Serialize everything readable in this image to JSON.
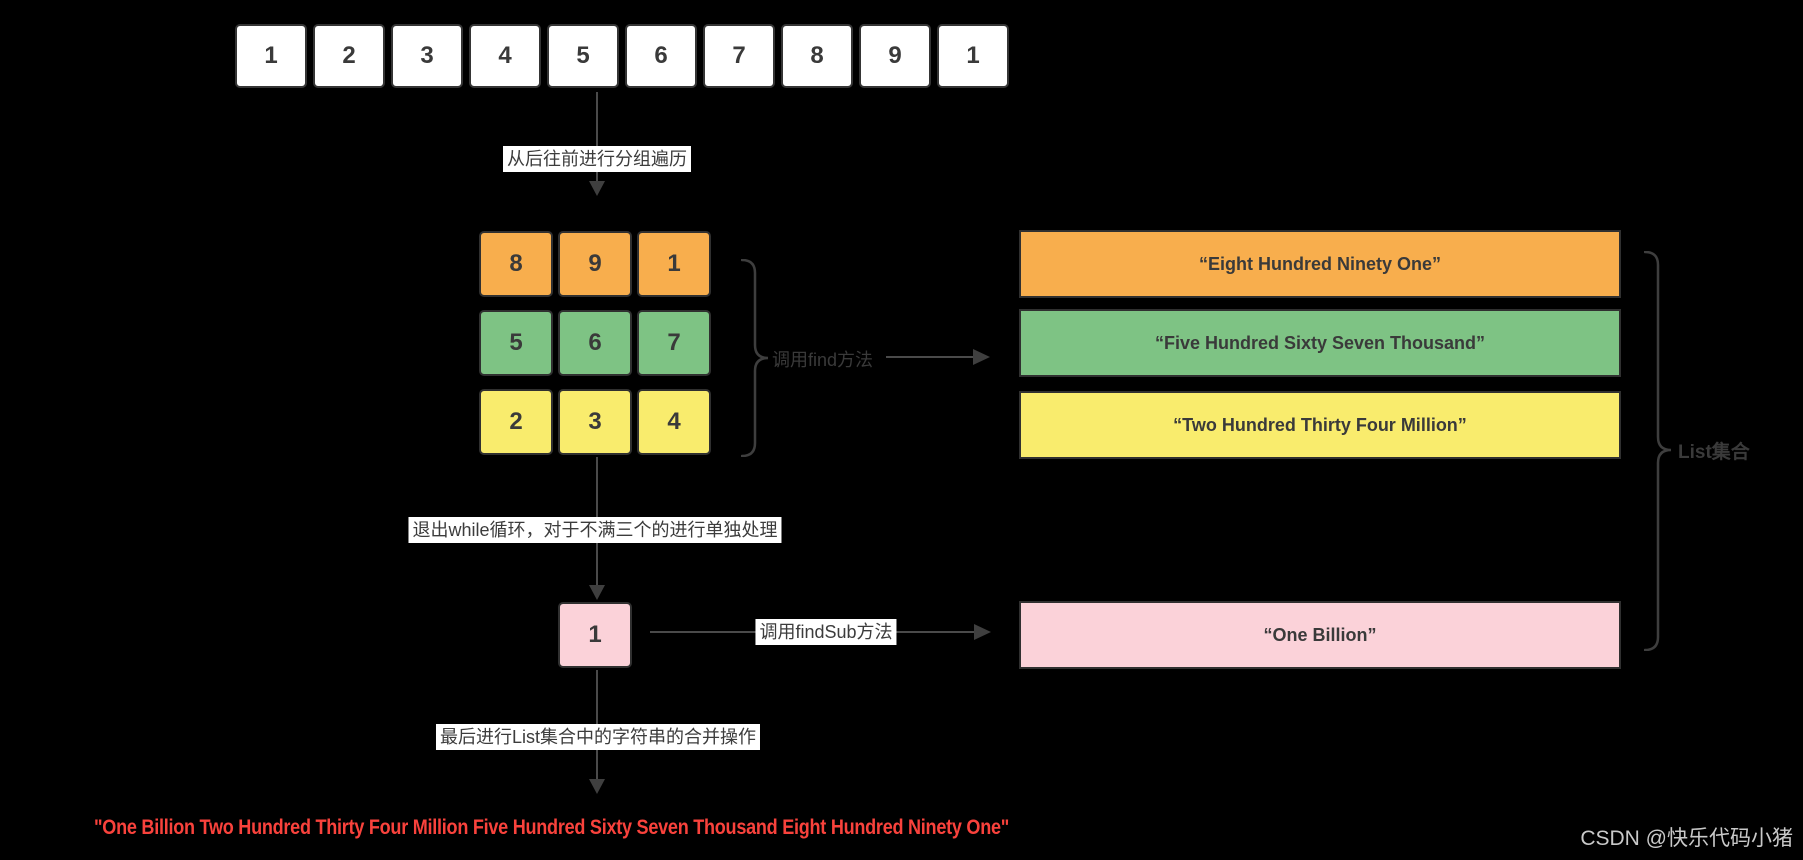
{
  "colors": {
    "background": "#000000",
    "box_fill_white": "#ffffff",
    "box_border": "#353535",
    "orange": "#F8AE4D",
    "green": "#7EC384",
    "yellow": "#F9EC6D",
    "pink": "#FBD2D9",
    "dark_text": "#3a3a3a",
    "arrow_gray": "#4a4a4a",
    "final_text_red": "#F9423C",
    "watermark_gray": "#c9c9c9"
  },
  "top_row": {
    "cells": [
      "1",
      "2",
      "3",
      "4",
      "5",
      "6",
      "7",
      "8",
      "9",
      "1"
    ]
  },
  "flow_labels": {
    "step1": "从后往前进行分组遍历",
    "step2": "退出while循环，对于不满三个的进行单独处理",
    "step3": "最后进行List集合中的字符串的合并操作",
    "find": "调用find方法",
    "find_sub": "调用findSub方法",
    "list_set": "List集合"
  },
  "grid": {
    "rows": [
      {
        "color": "orange",
        "cells": [
          "8",
          "9",
          "1"
        ]
      },
      {
        "color": "green",
        "cells": [
          "5",
          "6",
          "7"
        ]
      },
      {
        "color": "yellow",
        "cells": [
          "2",
          "3",
          "4"
        ]
      }
    ]
  },
  "single_box": {
    "value": "1",
    "color": "pink"
  },
  "result_bars": [
    {
      "color": "orange",
      "text": "“Eight Hundred Ninety One”"
    },
    {
      "color": "green",
      "text": "“Five Hundred Sixty Seven Thousand”"
    },
    {
      "color": "yellow",
      "text": "“Two Hundred Thirty Four Million”"
    },
    {
      "color": "pink",
      "text": "“One Billion”"
    }
  ],
  "final_text": "\"One Billion Two Hundred Thirty Four Million Five Hundred Sixty Seven Thousand Eight Hundred Ninety One\"",
  "watermark": "CSDN @快乐代码小猪"
}
